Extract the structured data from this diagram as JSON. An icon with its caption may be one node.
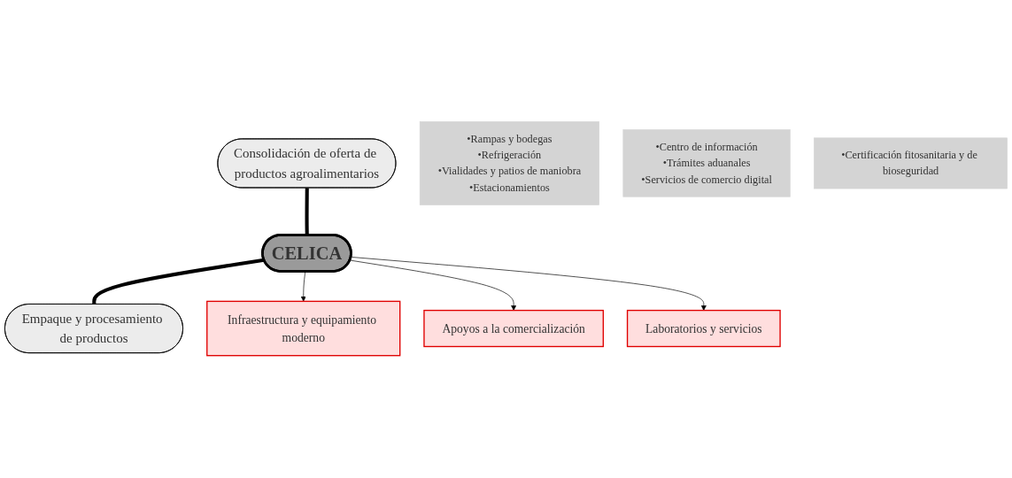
{
  "diagram": {
    "nodes": [
      {
        "text": [
          "Consolidación de oferta de productos agroalimentarios"
        ]
      },
      {
        "text": [
          "CELICA"
        ]
      },
      {
        "text": [
          "Empaque y procesamiento de productos"
        ]
      },
      {
        "text": [
          "Infraestructura y equipamiento moderno"
        ]
      },
      {
        "text": [
          "Apoyos a la comercialización"
        ]
      },
      {
        "text": [
          "Laboratorios y servicios"
        ]
      },
      {
        "text": [
          "•Rampas y bodegas",
          "•Refrigeración",
          "•Vialidades y patios de maniobra",
          "•Estacionamientos"
        ]
      },
      {
        "text": [
          "•Centro de información",
          "•Trámites aduanales",
          "•Servicios de comercio digital"
        ]
      },
      {
        "text": [
          "•Certificación fitosanitaria y de bioseguridad"
        ]
      }
    ],
    "edges": [
      {
        "from": 0,
        "to": 1,
        "arrow": "none",
        "style": "thick"
      },
      {
        "from": 1,
        "to": 2,
        "arrow": "none",
        "style": "thick"
      },
      {
        "from": 1,
        "to": 3,
        "arrow": "to"
      },
      {
        "from": 1,
        "to": 4,
        "arrow": "to"
      },
      {
        "from": 1,
        "to": 5,
        "arrow": "to"
      }
    ]
  }
}
